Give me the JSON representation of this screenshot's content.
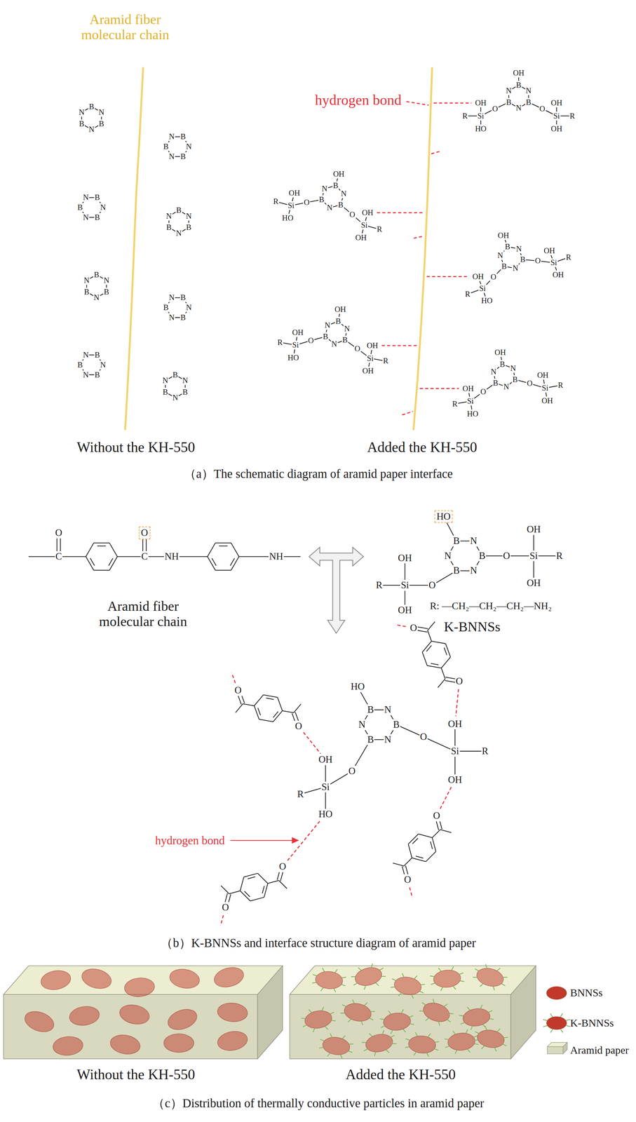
{
  "diagram": {
    "nodes": [
      {
        "text": [
          "O"
        ]
      },
      {
        "text": [
          "HO"
        ]
      }
    ],
    "labels": [
      "Aramid fiber molecular chain",
      "hydrogen bond",
      "B",
      "N",
      "B",
      "N",
      "B",
      "N",
      "B",
      "N",
      "B",
      "N",
      "B",
      "N",
      "B",
      "N",
      "B",
      "N",
      "B",
      "N",
      "B",
      "N",
      "B",
      "N",
      "B",
      "N",
      "B",
      "N",
      "B",
      "N",
      "B",
      "N",
      "B",
      "N",
      "B",
      "N",
      "B",
      "N",
      "B",
      "N",
      "B",
      "N",
      "B",
      "N",
      "B",
      "N",
      "B",
      "N",
      "B",
      "N",
      "B",
      "N",
      "B",
      "N",
      "B",
      "N",
      "OH",
      "O",
      "Si",
      "R",
      "OH",
      "OH",
      "O",
      "Si",
      "R",
      "OH",
      "HO",
      "B",
      "N",
      "B",
      "N",
      "B",
      "N",
      "OH",
      "O",
      "Si",
      "R",
      "OH",
      "OH",
      "O",
      "Si",
      "R",
      "OH",
      "HO",
      "B",
      "N",
      "B",
      "N",
      "B",
      "N",
      "OH",
      "O",
      "Si",
      "R",
      "OH",
      "OH",
      "O",
      "Si",
      "R",
      "OH",
      "HO",
      "B",
      "N",
      "B",
      "N",
      "B",
      "N",
      "OH",
      "O",
      "Si",
      "R",
      "OH",
      "OH",
      "O",
      "Si",
      "R",
      "OH",
      "HO",
      "B",
      "N",
      "B",
      "N",
      "B",
      "N",
      "OH",
      "O",
      "Si",
      "R",
      "OH",
      "OH",
      "O",
      "Si",
      "R",
      "OH",
      "HO",
      "Without the KH-550",
      "Added the KH-550",
      "（a）The schematic diagram of aramid paper interface",
      "O",
      "C",
      "C",
      "NH",
      "NH",
      "Aramid fiber molecular chain",
      "B",
      "N",
      "B",
      "N",
      "B",
      "N",
      "O",
      "Si",
      "R",
      "OH",
      "OH",
      "O",
      "Si",
      "R",
      "OH",
      "OH",
      "R: —CH₂—CH₂—CH₂—NH₂",
      "K-BNNSs",
      "B",
      "N",
      "B",
      "N",
      "B",
      "N",
      "HO",
      "O",
      "Si",
      "R",
      "OH",
      "OH",
      "O",
      "Si",
      "R",
      "OH",
      "HO",
      "O",
      "O",
      "O",
      "O",
      "O",
      "O",
      "O",
      "O",
      "hydrogen bond",
      "（b）K-BNNSs and interface structure diagram of aramid paper",
      "Without the KH-550",
      "Added the KH-550",
      "（c）Distribution of thermally conductive particles in aramid paper"
    ],
    "legend": [
      {
        "text": "BNNSs",
        "color": "#c0392b"
      },
      {
        "text": "K-BNNSs"
      },
      {
        "text": "Aramid paper",
        "color": "#d9d9bf"
      }
    ]
  }
}
